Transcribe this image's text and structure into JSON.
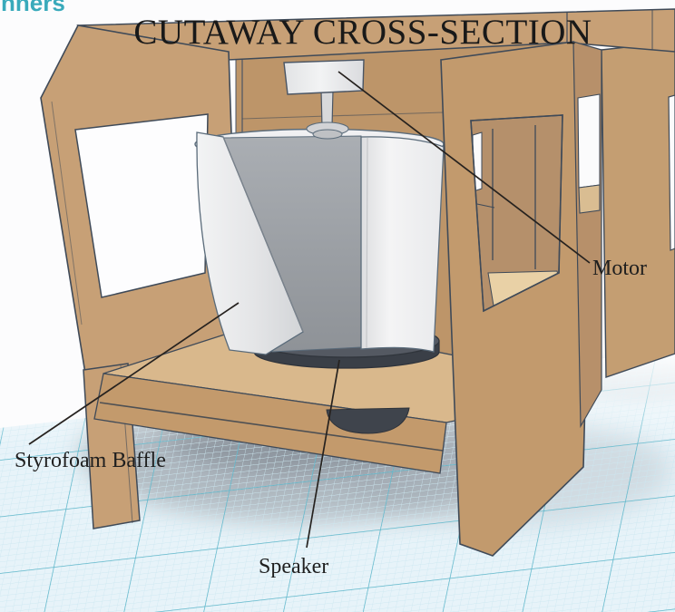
{
  "title": "CUTAWAY CROSS-SECTION",
  "watermark": "nners",
  "annotations": [
    {
      "id": "motor",
      "label": "Motor"
    },
    {
      "id": "styrofoam_baffle",
      "label": "Styrofoam Baffle"
    },
    {
      "id": "speaker",
      "label": "Speaker"
    }
  ],
  "colors": {
    "background": "#fcfcfd",
    "wood": "#c7a076",
    "wood_dark": "#b7906a",
    "wood_light": "#d9b88c",
    "wood_back": "#bd9569",
    "foam_white": "#eceded",
    "interior_gray": "#a0a4a9",
    "speaker_dark": "#41464e",
    "metal_gray": "#d9dadc",
    "outline": "#3f4a58",
    "grid_background": "#e7f3f9",
    "grid_line_bold": "#58b4c8",
    "grid_line_fine": "#cde8f1",
    "leader_line": "#26221f",
    "title_color": "#191919",
    "label_color": "#1f1f1f",
    "watermark_color": "#39aabb"
  }
}
